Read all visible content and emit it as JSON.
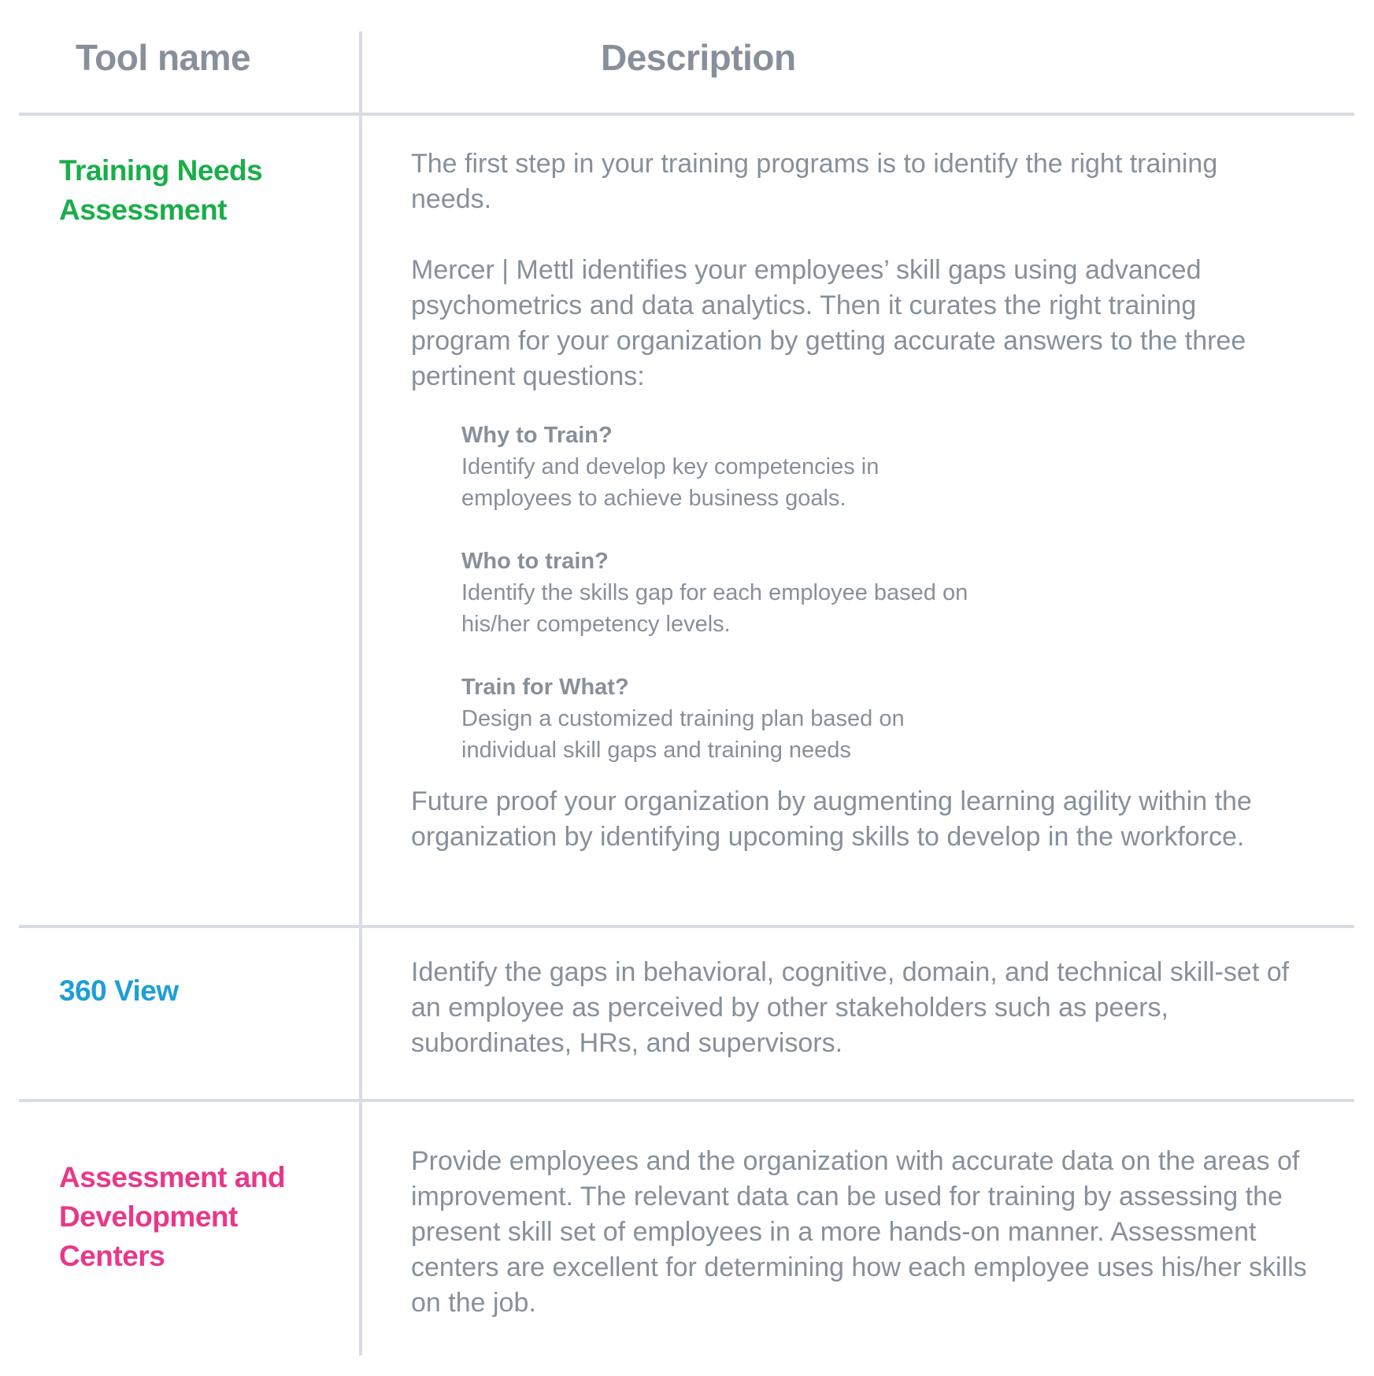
{
  "header": {
    "tool_name": "Tool name",
    "description": "Description"
  },
  "colors": {
    "header_text": "#87909a",
    "body_text": "#87909a",
    "divider": "#d8dce3",
    "tna_green": "#1aae4a",
    "view360_blue": "#1e9ed9",
    "adc_pink": "#e8388a"
  },
  "rows": [
    {
      "tool_line1": "Training Needs",
      "tool_line2": "Assessment",
      "paragraphs": [
        "The first step in your training programs is to identify the right training needs.",
        "Mercer | Mettl identifies your employees’ skill gaps using advanced psychometrics and data analytics. Then it curates the right training program for your organization by getting accurate answers to the three pertinent questions:"
      ],
      "questions": [
        {
          "title": "Why to Train?",
          "text": "Identify and develop key competencies in employees to achieve business goals."
        },
        {
          "title": "Who to train?",
          "text": "Identify the skills gap for each employee based on his/her competency levels."
        },
        {
          "title": "Train for What?",
          "text": "Design a customized training plan based on individual skill gaps and training needs"
        }
      ],
      "closing": "Future proof your organization by augmenting learning agility within the organization by identifying upcoming skills to develop in the workforce."
    },
    {
      "tool_line1": "360 View",
      "description": "Identify the gaps in behavioral, cognitive, domain, and technical skill-set of an employee as perceived by other stakeholders such as peers, subordinates, HRs, and supervisors."
    },
    {
      "tool_line1": "Assessment and",
      "tool_line2": "Development",
      "tool_line3": "Centers",
      "description": "Provide employees and the organization with accurate data on the areas of improvement. The relevant data can be used for training by assessing the present skill set of employees in a more hands-on manner. Assessment centers are excellent for determining how each employee uses his/her skills on the job."
    }
  ]
}
